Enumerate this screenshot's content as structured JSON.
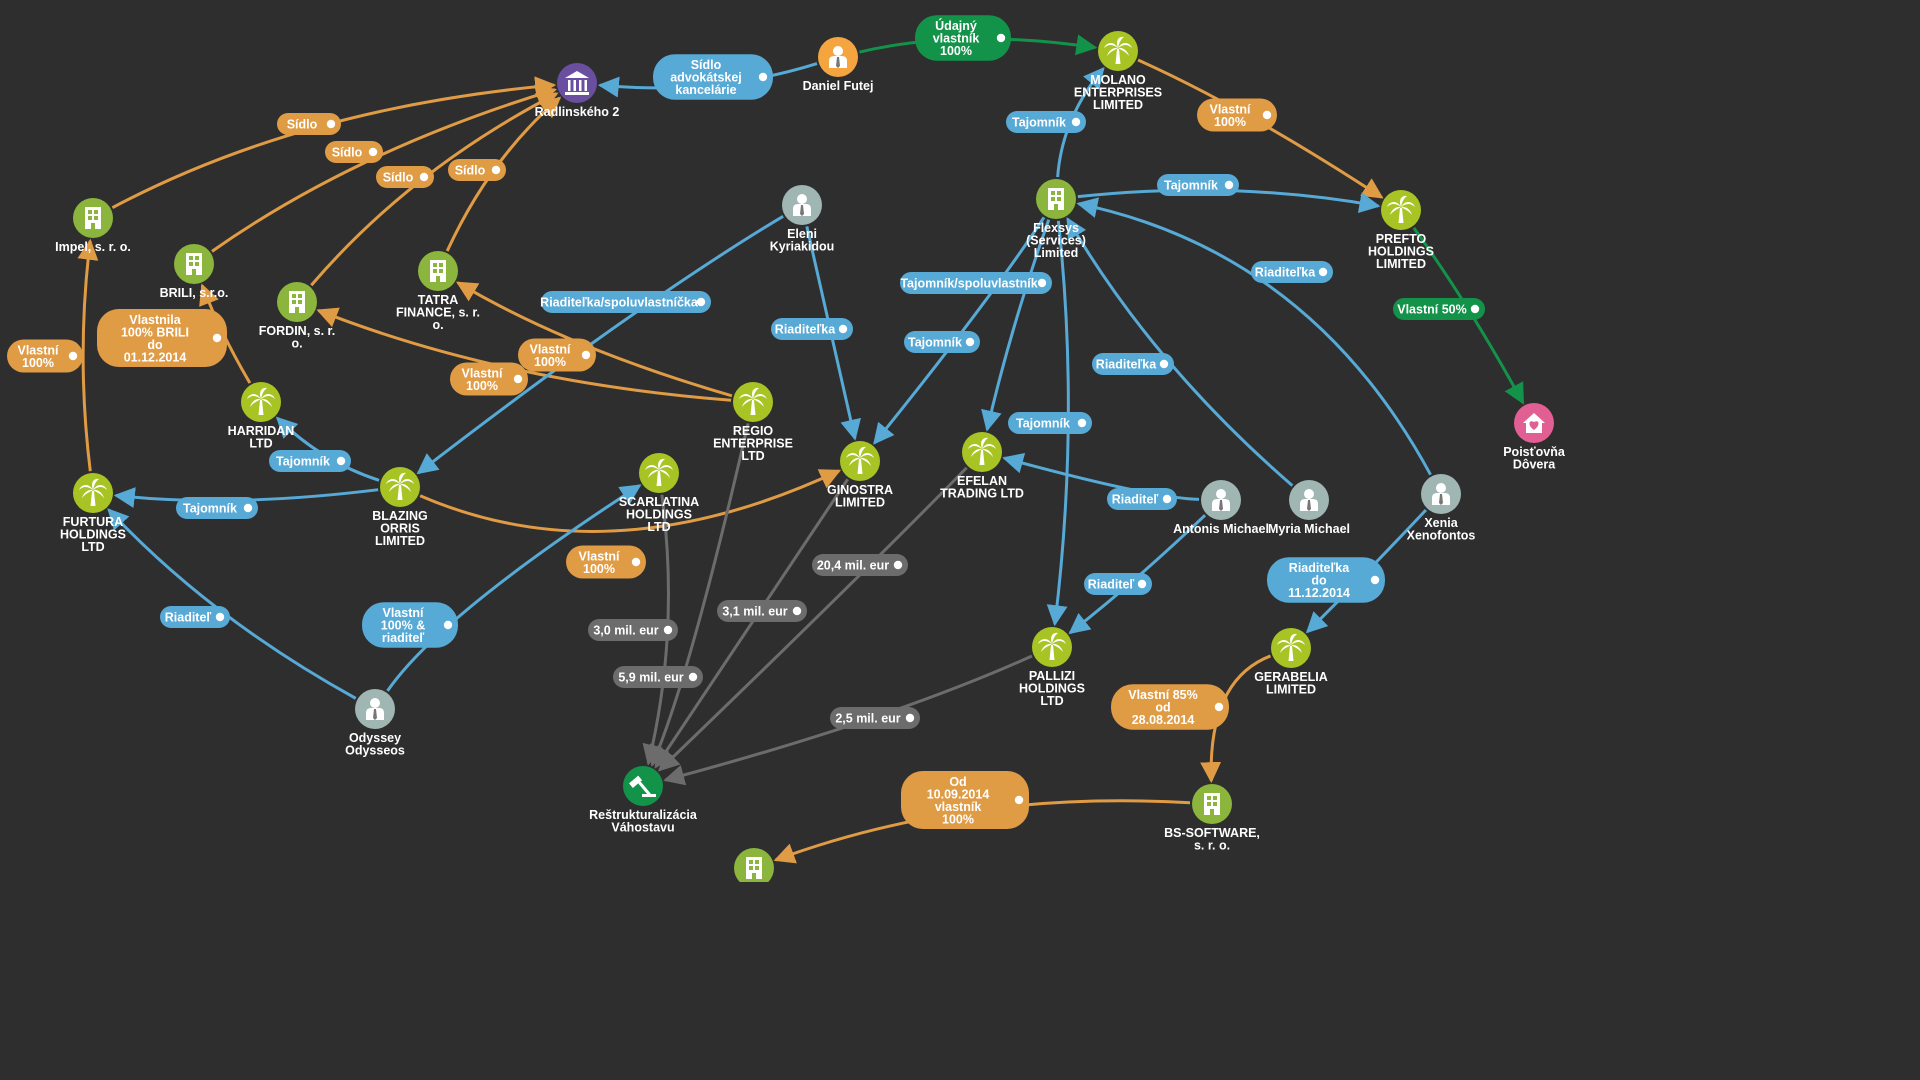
{
  "colors": {
    "background": "#2e2e2e",
    "orange": "#e09b45",
    "blue": "#57a9d6",
    "green": "#13934a",
    "gray": "#6c6c6c",
    "company": "#8bb53c",
    "offshore": "#a8c424",
    "person": "#9fb6b2",
    "person_highlight": "#f5a540",
    "address": "#6a4fa0",
    "case": "#13934a",
    "insurance": "#e25f93"
  },
  "nodes": [
    {
      "id": "radlinskeho",
      "type": "address",
      "icon": "bank-icon",
      "lines": [
        "Radlinského 2"
      ]
    },
    {
      "id": "daniel",
      "type": "person_highlight",
      "icon": "person-icon",
      "lines": [
        "Daniel Futej"
      ]
    },
    {
      "id": "molano",
      "type": "offshore",
      "icon": "palm-icon",
      "lines": [
        "MOLANO",
        "ENTERPRISES",
        "LIMITED"
      ]
    },
    {
      "id": "impel",
      "type": "company",
      "icon": "building-icon",
      "lines": [
        "Impel, s. r. o."
      ]
    },
    {
      "id": "brili",
      "type": "company",
      "icon": "building-icon",
      "lines": [
        "BRILI, s.r.o."
      ]
    },
    {
      "id": "fordin",
      "type": "company",
      "icon": "building-icon",
      "lines": [
        "FORDIN, s. r.",
        "o."
      ]
    },
    {
      "id": "tatra",
      "type": "company",
      "icon": "building-icon",
      "lines": [
        "TATRA",
        "FINANCE, s. r.",
        "o."
      ]
    },
    {
      "id": "eleni",
      "type": "person",
      "icon": "person-icon",
      "lines": [
        "Eleni",
        "Kyriakidou"
      ]
    },
    {
      "id": "flexsys",
      "type": "company",
      "icon": "building-icon",
      "lines": [
        "Flexsys",
        "(Services)",
        "Limited"
      ]
    },
    {
      "id": "prefto",
      "type": "offshore",
      "icon": "palm-icon",
      "lines": [
        "PREFTO",
        "HOLDINGS",
        "LIMITED"
      ]
    },
    {
      "id": "poistovna",
      "type": "insurance",
      "icon": "house-icon",
      "lines": [
        "Poisťovňa",
        "Dôvera"
      ]
    },
    {
      "id": "harridan",
      "type": "offshore",
      "icon": "palm-icon",
      "lines": [
        "HARRIDAN",
        "LTD"
      ]
    },
    {
      "id": "regio",
      "type": "offshore",
      "icon": "palm-icon",
      "lines": [
        "REGIO",
        "ENTERPRISE",
        "LTD"
      ]
    },
    {
      "id": "ginostra",
      "type": "offshore",
      "icon": "palm-icon",
      "lines": [
        "GINOSTRA",
        "LIMITED"
      ]
    },
    {
      "id": "efelan",
      "type": "offshore",
      "icon": "palm-icon",
      "lines": [
        "EFELAN",
        "TRADING LTD"
      ]
    },
    {
      "id": "furtura",
      "type": "offshore",
      "icon": "palm-icon",
      "lines": [
        "FURTURA",
        "HOLDINGS",
        "LTD"
      ]
    },
    {
      "id": "blazing",
      "type": "offshore",
      "icon": "palm-icon",
      "lines": [
        "BLAZING",
        "ORRIS",
        "LIMITED"
      ]
    },
    {
      "id": "scarlatina",
      "type": "offshore",
      "icon": "palm-icon",
      "lines": [
        "SCARLATINA",
        "HOLDINGS",
        "LTD"
      ]
    },
    {
      "id": "antonis",
      "type": "person",
      "icon": "person-icon",
      "lines": [
        "Antonis Michael"
      ]
    },
    {
      "id": "myria",
      "type": "person",
      "icon": "person-icon",
      "lines": [
        "Myria Michael"
      ]
    },
    {
      "id": "xenia",
      "type": "person",
      "icon": "person-icon",
      "lines": [
        "Xenia",
        "Xenofontos"
      ]
    },
    {
      "id": "pallizi",
      "type": "offshore",
      "icon": "palm-icon",
      "lines": [
        "PALLIZI",
        "HOLDINGS",
        "LTD"
      ]
    },
    {
      "id": "gerabelia",
      "type": "offshore",
      "icon": "palm-icon",
      "lines": [
        "GERABELIA",
        "LIMITED"
      ]
    },
    {
      "id": "odyssey",
      "type": "person",
      "icon": "person-icon",
      "lines": [
        "Odyssey",
        "Odysseos"
      ]
    },
    {
      "id": "restrukturalizacia",
      "type": "case",
      "icon": "gavel-icon",
      "lines": [
        "Reštrukturalizácia",
        "Váhostavu"
      ]
    },
    {
      "id": "bssoftware",
      "type": "company",
      "icon": "building-icon",
      "lines": [
        "BS-SOFTWARE,",
        "s. r. o."
      ]
    },
    {
      "id": "bottom",
      "type": "company",
      "icon": "building-icon",
      "lines": []
    }
  ],
  "edges": [
    {
      "from": "daniel",
      "to": "radlinskeho",
      "color": "blue",
      "lines": [
        "Sídlo",
        "advokátskej",
        "kancelárie"
      ]
    },
    {
      "from": "daniel",
      "to": "molano",
      "color": "green",
      "lines": [
        "Údajný",
        "vlastník",
        "100%"
      ]
    },
    {
      "from": "molano",
      "to": "prefto",
      "color": "orange",
      "lines": [
        "Vlastní",
        "100%"
      ]
    },
    {
      "from": "flexsys",
      "to": "molano",
      "color": "blue",
      "lines": [
        "Tajomník"
      ]
    },
    {
      "from": "flexsys",
      "to": "prefto",
      "color": "blue",
      "lines": [
        "Tajomník"
      ]
    },
    {
      "from": "prefto",
      "to": "poistovna",
      "color": "green",
      "lines": [
        "Vlastní 50%"
      ]
    },
    {
      "from": "impel",
      "to": "radlinskeho",
      "color": "orange",
      "lines": [
        "Sídlo"
      ]
    },
    {
      "from": "brili",
      "to": "radlinskeho",
      "color": "orange",
      "lines": [
        "Sídlo"
      ]
    },
    {
      "from": "fordin",
      "to": "radlinskeho",
      "color": "orange",
      "lines": [
        "Sídlo"
      ]
    },
    {
      "from": "tatra",
      "to": "radlinskeho",
      "color": "orange",
      "lines": [
        "Sídlo"
      ]
    },
    {
      "from": "furtura",
      "to": "impel",
      "color": "orange",
      "lines": [
        "Vlastní",
        "100%"
      ]
    },
    {
      "from": "harridan",
      "to": "brili",
      "color": "orange",
      "lines": [
        "Vlastnila",
        "100% BRILI",
        "do",
        "01.12.2014"
      ]
    },
    {
      "from": "regio",
      "to": "fordin",
      "color": "orange",
      "lines": [
        "Vlastní",
        "100%"
      ]
    },
    {
      "from": "regio",
      "to": "tatra",
      "color": "orange",
      "lines": [
        "Vlastní",
        "100%"
      ]
    },
    {
      "from": "eleni",
      "to": "blazing",
      "color": "blue",
      "lines": [
        "Riaditeľka/spoluvlastníčka"
      ]
    },
    {
      "from": "eleni",
      "to": "ginostra",
      "color": "blue",
      "lines": [
        "Riaditeľka"
      ]
    },
    {
      "from": "flexsys",
      "to": "ginostra",
      "color": "blue",
      "lines": [
        "Tajomník/spoluvlastník"
      ]
    },
    {
      "from": "flexsys",
      "to": "efelan",
      "color": "blue",
      "lines": [
        "Tajomník"
      ]
    },
    {
      "from": "flexsys",
      "to": "pallizi",
      "color": "blue",
      "lines": [
        "Tajomník"
      ]
    },
    {
      "from": "myria",
      "to": "flexsys",
      "color": "blue",
      "lines": [
        "Riaditeľka"
      ]
    },
    {
      "from": "xenia",
      "to": "flexsys",
      "color": "blue",
      "lines": [
        "Riaditeľka"
      ]
    },
    {
      "from": "blazing",
      "to": "harridan",
      "color": "blue",
      "lines": [
        "Tajomník"
      ]
    },
    {
      "from": "blazing",
      "to": "furtura",
      "color": "blue",
      "lines": [
        "Tajomník"
      ]
    },
    {
      "from": "blazing",
      "to": "ginostra",
      "color": "orange",
      "lines": [
        "Vlastní",
        "100%"
      ]
    },
    {
      "from": "antonis",
      "to": "efelan",
      "color": "blue",
      "lines": [
        "Riaditeľ"
      ]
    },
    {
      "from": "antonis",
      "to": "pallizi",
      "color": "blue",
      "lines": [
        "Riaditeľ"
      ]
    },
    {
      "from": "xenia",
      "to": "gerabelia",
      "color": "blue",
      "lines": [
        "Riaditeľka",
        "do",
        "11.12.2014"
      ]
    },
    {
      "from": "gerabelia",
      "to": "bssoftware",
      "color": "orange",
      "lines": [
        "Vlastní 85%",
        "od",
        "28.08.2014"
      ]
    },
    {
      "from": "bssoftware",
      "to": "bottom",
      "color": "orange",
      "lines": [
        "Od",
        "10.09.2014",
        "vlastník",
        "100%"
      ]
    },
    {
      "from": "odyssey",
      "to": "furtura",
      "color": "blue",
      "lines": [
        "Riaditeľ"
      ]
    },
    {
      "from": "odyssey",
      "to": "scarlatina",
      "color": "blue",
      "lines": [
        "Vlastní",
        "100% &",
        "riaditeľ"
      ]
    },
    {
      "from": "scarlatina",
      "to": "restrukturalizacia",
      "color": "gray",
      "lines": [
        "3,0 mil. eur"
      ]
    },
    {
      "from": "regio",
      "to": "restrukturalizacia",
      "color": "gray",
      "lines": [
        "5,9 mil. eur"
      ]
    },
    {
      "from": "ginostra",
      "to": "restrukturalizacia",
      "color": "gray",
      "lines": [
        "3,1 mil. eur"
      ]
    },
    {
      "from": "efelan",
      "to": "restrukturalizacia",
      "color": "gray",
      "lines": [
        "20,4 mil. eur"
      ]
    },
    {
      "from": "pallizi",
      "to": "restrukturalizacia",
      "color": "gray",
      "lines": [
        "2,5 mil. eur"
      ]
    }
  ]
}
